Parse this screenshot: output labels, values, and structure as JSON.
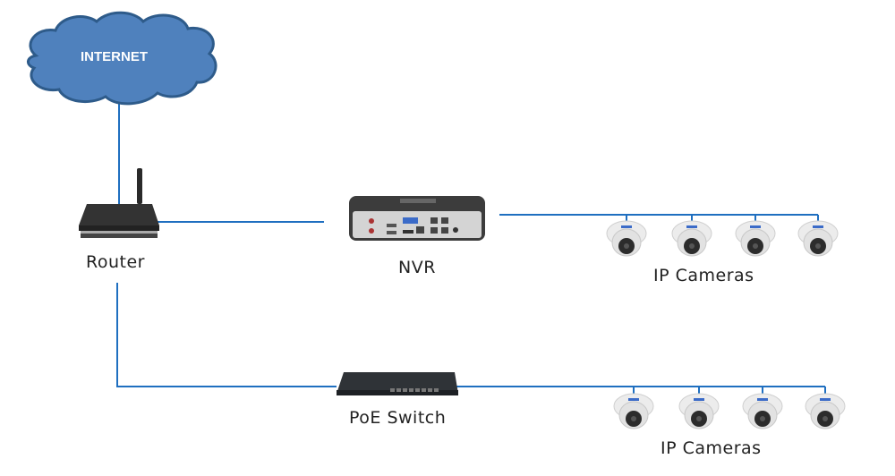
{
  "diagram": {
    "colors": {
      "line": "#1f6fc0",
      "cloud_fill": "#4f81bd",
      "cloud_stroke": "#2e5b8a"
    },
    "internet": {
      "label": "INTERNET"
    },
    "router": {
      "label": "Router"
    },
    "nvr": {
      "label": "NVR"
    },
    "poe_switch": {
      "label": "PoE Switch"
    },
    "camera_groups": [
      {
        "label": "IP Cameras",
        "count": 4,
        "connected_to": "NVR"
      },
      {
        "label": "IP Cameras",
        "count": 4,
        "connected_to": "PoE Switch"
      }
    ],
    "connections": [
      [
        "INTERNET",
        "Router"
      ],
      [
        "Router",
        "NVR"
      ],
      [
        "Router",
        "PoE Switch"
      ],
      [
        "NVR",
        "IP Cameras"
      ],
      [
        "PoE Switch",
        "IP Cameras"
      ]
    ]
  }
}
